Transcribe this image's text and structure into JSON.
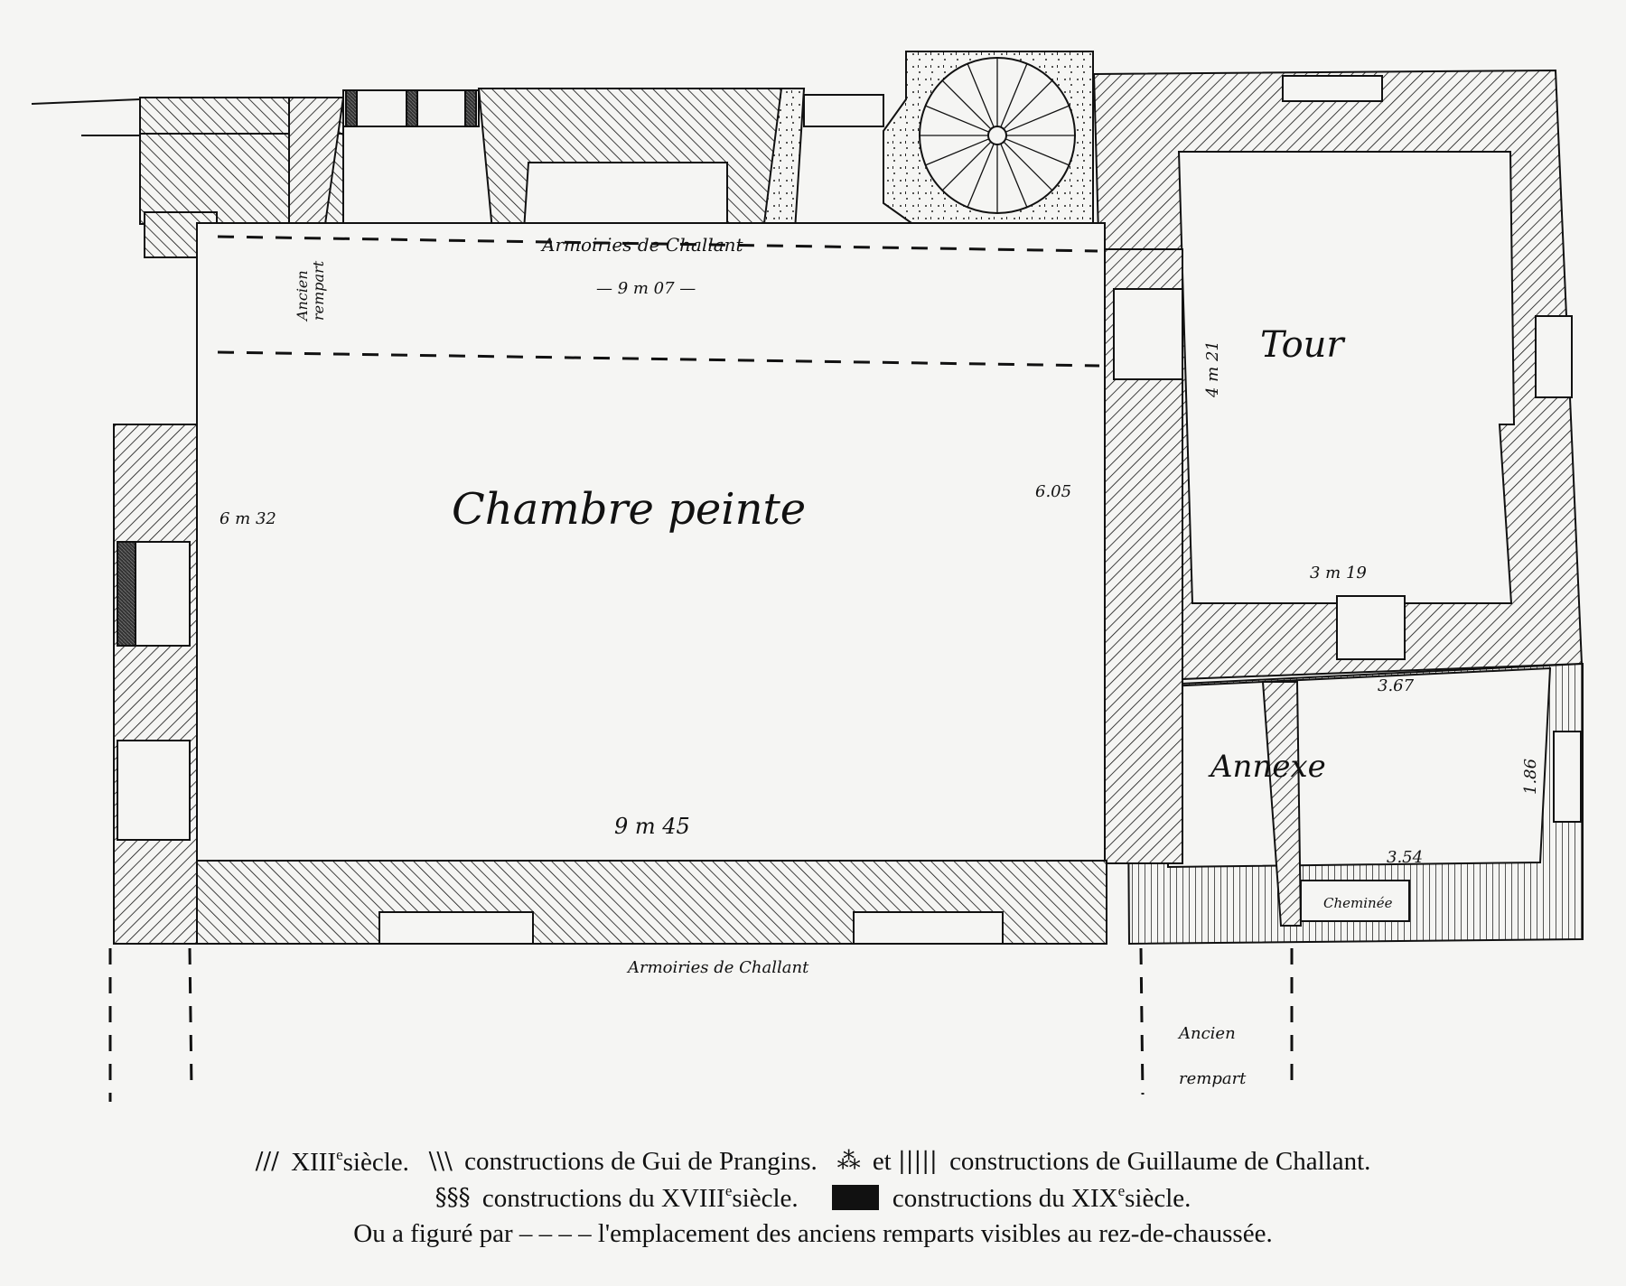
{
  "plan": {
    "rooms": {
      "chambre": "Chambre peinte",
      "tour": "Tour",
      "annexe": "Annexe",
      "cheminee": "Cheminée"
    },
    "annotations": {
      "armoiries_top": "Armoiries de Challant",
      "armoiries_bottom": "Armoiries de Challant",
      "ancien_rempart_left_1": "Ancien",
      "ancien_rempart_left_2": "rempart",
      "ancien_rempart_bottom_1": "Ancien",
      "ancien_rempart_bottom_2": "rempart"
    },
    "dimensions": {
      "top_width": "— 9 m 07 —",
      "bottom_width": "9 m 45",
      "left_height": "6 m 32",
      "right_height": "6.05",
      "tour_height": "4 m 21",
      "tour_width": "3 m 19",
      "annexe_top": "3.67",
      "annexe_bottom": "3.54",
      "annexe_height": "1.86"
    }
  },
  "legend": {
    "l1_sym": "///",
    "l1_text": "XIII",
    "l1_sup": "e",
    "l1_rest": " siècle.",
    "l2_sym": "\\\\\\",
    "l2_text": "constructions de Gui de Prangins.",
    "l3_sym": "⁂",
    "l3_and": "et",
    "l3_sym2": "|||||",
    "l3_text": "constructions de Guillaume de Challant.",
    "l4_sym": "§§§",
    "l4_text": "constructions du XVIII",
    "l4_sup": "e",
    "l4_rest": " siècle.",
    "l5_text": "constructions du XIX",
    "l5_sup": "e",
    "l5_rest": " siècle.",
    "l6_a": "Ou a figuré par",
    "l6_dash": "– – – –",
    "l6_b": "l'emplacement des anciens remparts visibles au rez-de-chaussée."
  }
}
